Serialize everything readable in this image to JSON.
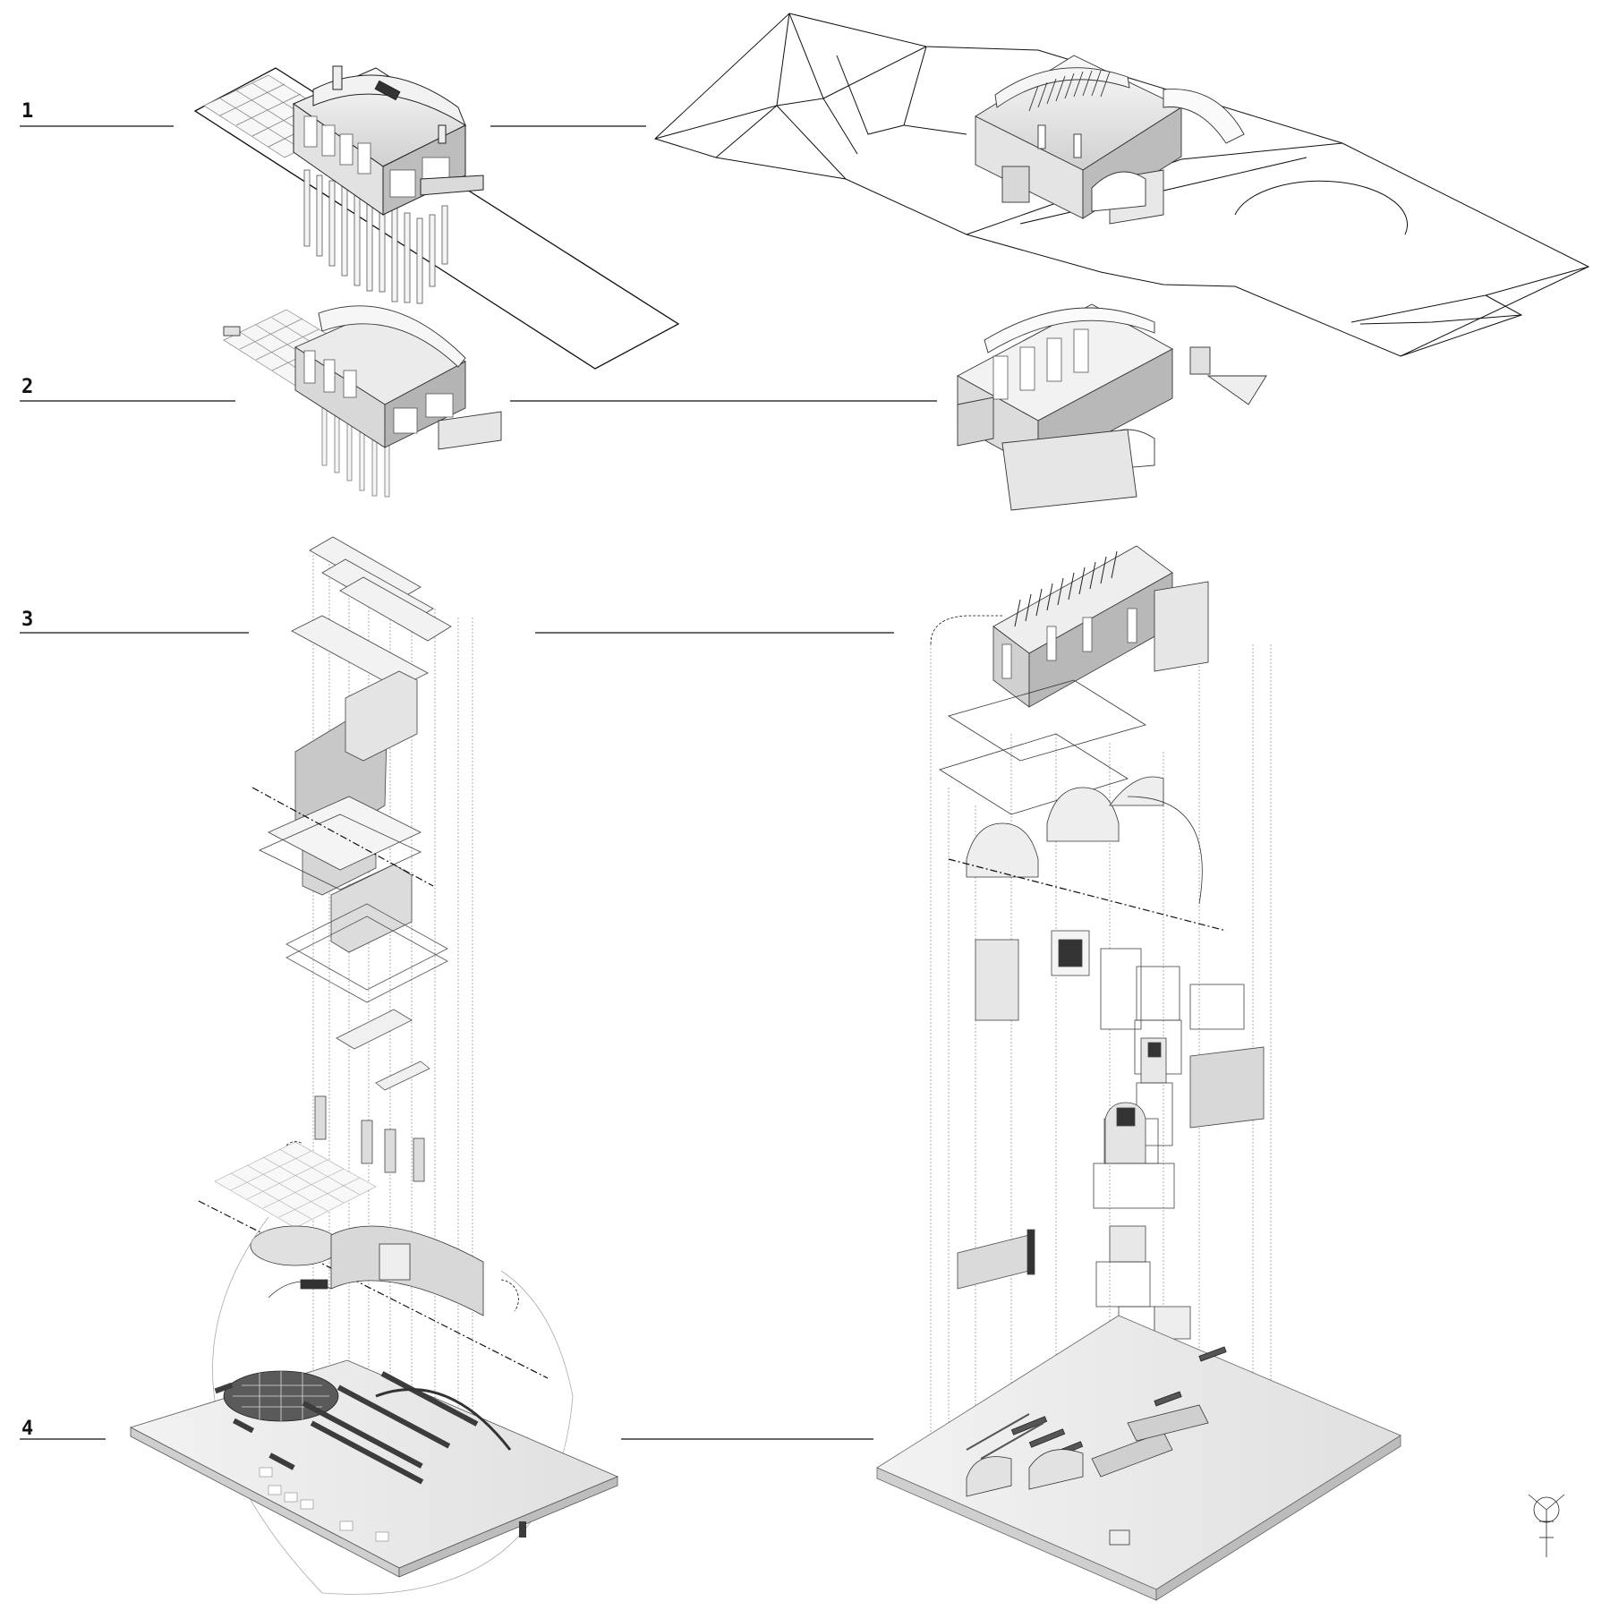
{
  "sheet": {
    "labels": [
      {
        "id": "row-1",
        "text": "1"
      },
      {
        "id": "row-2",
        "text": "2"
      },
      {
        "id": "row-3",
        "text": "3"
      },
      {
        "id": "row-4",
        "text": "4"
      }
    ]
  },
  "colors": {
    "ink": "#111111",
    "massing": "#e6e6e6",
    "shadow": "#9a9a9a",
    "dark": "#4a4a4a",
    "paper": "#ffffff"
  },
  "icons": {
    "north-arrow": "axonometric-axis-icon"
  }
}
